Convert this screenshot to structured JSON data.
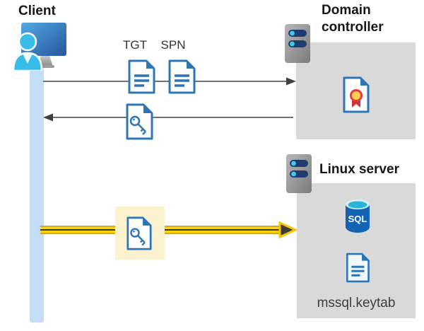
{
  "diagram": {
    "client": {
      "label": "Client"
    },
    "tickets": {
      "tgt_label": "TGT",
      "spn_label": "SPN"
    },
    "domain_controller": {
      "label": "Domain controller"
    },
    "linux_server": {
      "label": "Linux server",
      "sql_icon_label": "SQL",
      "keytab_label": "mssql.keytab"
    }
  },
  "icons": [
    "client-computer-icon",
    "person-icon",
    "server-icon",
    "document-icon",
    "key-document-icon",
    "certificate-icon",
    "sql-database-icon"
  ],
  "colors": {
    "icon_blue": "#2E75B6",
    "icon_cyan": "#38BDEA",
    "timeline_bar_blue": "#C5DEF7",
    "box_gray": "#D9D9D9",
    "highlight_yellow": "#FBF3CF",
    "arrow_dark": "#404040",
    "arrow_yellow": "#FFD400",
    "arrow_yellow_edge": "#C9A227",
    "sql_body_blue": "#1464B4",
    "sql_top_cyan": "#2AB4D9",
    "cert_ribbon_red": "#D13438",
    "cert_seal_yellow": "#FFD24D",
    "server_pill_navy": "#1E3C6E",
    "server_dot_cyan": "#45C8F0",
    "label_text": "#171717"
  }
}
